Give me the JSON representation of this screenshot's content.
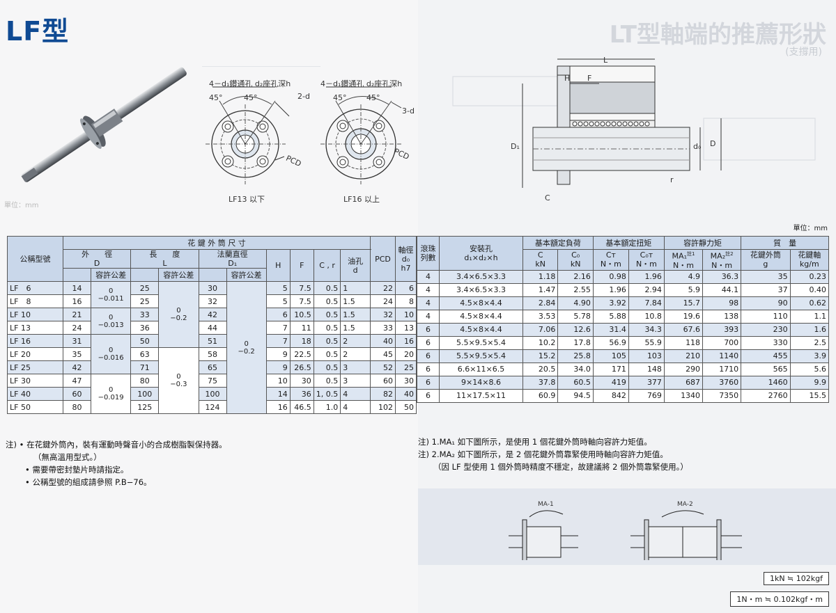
{
  "header": {
    "title": "LF型",
    "ghost_title": "LT型軸端的推薦形狀",
    "ghost_subtitle": "(支撐用)"
  },
  "drawings": {
    "lf13_label": "LF13 以下",
    "lf16_label": "LF16 以上",
    "hole_label_1": "4－d₁鑽通孔 d₂座孔深h",
    "hole_label_2": "4－d₁鑽通孔 d₂座孔深h",
    "angle_1": "45°",
    "angle_2": "45°",
    "angle_3": "45°",
    "angle_4": "45°",
    "hole_2d": "2-d",
    "hole_3d": "3-d",
    "pcd_1": "PCD",
    "pcd_2": "PCD",
    "dim_L": "L",
    "dim_H": "H",
    "dim_F": "F",
    "dim_D1": "D₁",
    "dim_d0": "d₀",
    "dim_D": "D",
    "dim_r": "r",
    "dim_C": "C"
  },
  "unit_left": "單位：mm",
  "unit_right": "單位：mm",
  "table": {
    "h_model": "公稱型號",
    "h_outer_group": "花 鍵 外 筒 尺 寸",
    "h_outer_dia": "外　　徑",
    "h_D": "D",
    "h_length": "長　　度",
    "h_L": "L",
    "h_flange": "法蘭直徑",
    "h_D1": "D₁",
    "h_tol": "容許公差",
    "h_H": "H",
    "h_F": "F",
    "h_Cr": "C , r",
    "h_oil": "油孔",
    "h_oil_d": "d",
    "h_pcd": "PCD",
    "h_shaft": "軸徑",
    "h_shaft_d0": "d₀",
    "h_shaft_h7": "h7",
    "h_balls": "滾珠",
    "h_balls2": "列數",
    "h_mount": "安裝孔",
    "h_mount2": "d₁×d₂×h",
    "h_load": "基本額定負荷",
    "h_C": "C",
    "h_C0": "C₀",
    "h_kN": "kN",
    "h_torque": "基本額定扭矩",
    "h_CT": "Cт",
    "h_C0T": "C₀т",
    "h_Nm": "N・m",
    "h_moment": "容許靜力矩",
    "h_MA1": "MA₁",
    "h_MA2": "MA₂",
    "h_note1": "註1",
    "h_note2": "註2",
    "h_mass": "質　量",
    "h_mass_nut": "花鍵外筒",
    "h_g": "g",
    "h_mass_shaft": "花鍵軸",
    "h_kgm": "kg/m",
    "rows": [
      {
        "model": "LF　6",
        "D": "14",
        "Dtol": "",
        "L": "25",
        "Ltol": "",
        "D1": "30",
        "D1tol": "",
        "H": "5",
        "F": "7.5",
        "Cr": "0.5",
        "oil": "1",
        "pcd": "22",
        "d0": "6",
        "balls": "4",
        "mount": "3.4×6.5×3.3",
        "C": "1.18",
        "C0": "2.16",
        "CT": "0.98",
        "C0T": "1.96",
        "MA1": "4.9",
        "MA2": "36.3",
        "mn": "35",
        "ms": "0.23"
      },
      {
        "model": "LF　8",
        "D": "16",
        "Dtol": "",
        "L": "25",
        "Ltol": "",
        "D1": "32",
        "D1tol": "",
        "H": "5",
        "F": "7.5",
        "Cr": "0.5",
        "oil": "1.5",
        "pcd": "24",
        "d0": "8",
        "balls": "4",
        "mount": "3.4×6.5×3.3",
        "C": "1.47",
        "C0": "2.55",
        "CT": "1.96",
        "C0T": "2.94",
        "MA1": "5.9",
        "MA2": "44.1",
        "mn": "37",
        "ms": "0.40"
      },
      {
        "model": "LF 10",
        "D": "21",
        "Dtol": "",
        "L": "33",
        "Ltol": "",
        "D1": "42",
        "D1tol": "",
        "H": "6",
        "F": "10.5",
        "Cr": "0.5",
        "oil": "1.5",
        "pcd": "32",
        "d0": "10",
        "balls": "4",
        "mount": "4.5×8×4.4",
        "C": "2.84",
        "C0": "4.90",
        "CT": "3.92",
        "C0T": "7.84",
        "MA1": "15.7",
        "MA2": "98",
        "mn": "90",
        "ms": "0.62"
      },
      {
        "model": "LF 13",
        "D": "24",
        "Dtol": "",
        "L": "36",
        "Ltol": "",
        "D1": "44",
        "D1tol": "",
        "H": "7",
        "F": "11",
        "Cr": "0.5",
        "oil": "1.5",
        "pcd": "33",
        "d0": "13",
        "balls": "4",
        "mount": "4.5×8×4.4",
        "C": "3.53",
        "C0": "5.78",
        "CT": "5.88",
        "C0T": "10.8",
        "MA1": "19.6",
        "MA2": "138",
        "mn": "110",
        "ms": "1.1"
      },
      {
        "model": "LF 16",
        "D": "31",
        "Dtol": "",
        "L": "50",
        "Ltol": "",
        "D1": "51",
        "D1tol": "",
        "H": "7",
        "F": "18",
        "Cr": "0.5",
        "oil": "2",
        "pcd": "40",
        "d0": "16",
        "balls": "6",
        "mount": "4.5×8×4.4",
        "C": "7.06",
        "C0": "12.6",
        "CT": "31.4",
        "C0T": "34.3",
        "MA1": "67.6",
        "MA2": "393",
        "mn": "230",
        "ms": "1.6"
      },
      {
        "model": "LF 20",
        "D": "35",
        "Dtol": "",
        "L": "63",
        "Ltol": "",
        "D1": "58",
        "D1tol": "",
        "H": "9",
        "F": "22.5",
        "Cr": "0.5",
        "oil": "2",
        "pcd": "45",
        "d0": "20",
        "balls": "6",
        "mount": "5.5×9.5×5.4",
        "C": "10.2",
        "C0": "17.8",
        "CT": "56.9",
        "C0T": "55.9",
        "MA1": "118",
        "MA2": "700",
        "mn": "330",
        "ms": "2.5"
      },
      {
        "model": "LF 25",
        "D": "42",
        "Dtol": "",
        "L": "71",
        "Ltol": "",
        "D1": "65",
        "D1tol": "",
        "H": "9",
        "F": "26.5",
        "Cr": "0.5",
        "oil": "3",
        "pcd": "52",
        "d0": "25",
        "balls": "6",
        "mount": "5.5×9.5×5.4",
        "C": "15.2",
        "C0": "25.8",
        "CT": "105",
        "C0T": "103",
        "MA1": "210",
        "MA2": "1140",
        "mn": "455",
        "ms": "3.9"
      },
      {
        "model": "LF 30",
        "D": "47",
        "Dtol": "",
        "L": "80",
        "Ltol": "",
        "D1": "75",
        "D1tol": "",
        "H": "10",
        "F": "30",
        "Cr": "0.5",
        "oil": "3",
        "pcd": "60",
        "d0": "30",
        "balls": "6",
        "mount": "6.6×11×6.5",
        "C": "20.5",
        "C0": "34.0",
        "CT": "171",
        "C0T": "148",
        "MA1": "290",
        "MA2": "1710",
        "mn": "565",
        "ms": "5.6"
      },
      {
        "model": "LF 40",
        "D": "60",
        "Dtol": "",
        "L": "100",
        "Ltol": "",
        "D1": "100",
        "D1tol": "",
        "H": "14",
        "F": "36",
        "Cr": "1, 0.5",
        "oil": "4",
        "pcd": "82",
        "d0": "40",
        "balls": "6",
        "mount": "9×14×8.6",
        "C": "37.8",
        "C0": "60.5",
        "CT": "419",
        "C0T": "377",
        "MA1": "687",
        "MA2": "3760",
        "mn": "1460",
        "ms": "9.9"
      },
      {
        "model": "LF 50",
        "D": "80",
        "Dtol": "",
        "L": "125",
        "Ltol": "",
        "D1": "124",
        "D1tol": "",
        "H": "16",
        "F": "46.5",
        "Cr": "1.0",
        "oil": "4",
        "pcd": "102",
        "d0": "50",
        "balls": "6",
        "mount": "11×17.5×11",
        "C": "60.9",
        "C0": "94.5",
        "CT": "842",
        "C0T": "769",
        "MA1": "1340",
        "MA2": "7350",
        "mn": "2760",
        "ms": "15.5"
      }
    ],
    "tol_D_1": "0\n−0.011",
    "tol_D_2": "0\n−0.013",
    "tol_D_3": "0\n−0.016",
    "tol_D_4": "0\n−0.019",
    "tol_L_1": "0\n−0.2",
    "tol_L_2": "0\n−0.3",
    "tol_D1_1": "0\n−0.2"
  },
  "notes_left": {
    "prefix": "注)",
    "n1": "• 在花鍵外筒內，裝有運動時聲音小的合成樹脂製保持器。",
    "n1b": "（無高溫用型式。）",
    "n2": "• 需要帶密封墊片時請指定。",
    "n3": "• 公稱型號的組成請參照 P.B−76。"
  },
  "notes_right": {
    "n1": "注) 1.MA₁ 如下圖所示，是使用 1 個花鍵外筒時軸向容許力矩值。",
    "n2": "注) 2.MA₂ 如下圖所示，是 2 個花鍵外筒靠緊使用時軸向容許力矩值。",
    "n3": "（因 LF 型使用 1 個外筒時精度不穩定，故建議將 2 個外筒靠緊使用。）"
  },
  "moment_diagram": {
    "ma1": "MA-1",
    "ma2": "MA-2"
  },
  "conversions": {
    "kn": "1kN ≒ 102kgf",
    "nm": "1N・m ≒ 0.102kgf・m"
  },
  "colors": {
    "title_blue": "#0f4a93",
    "header_blue": "#c9d7ea",
    "row_blue": "#dde6f2"
  }
}
